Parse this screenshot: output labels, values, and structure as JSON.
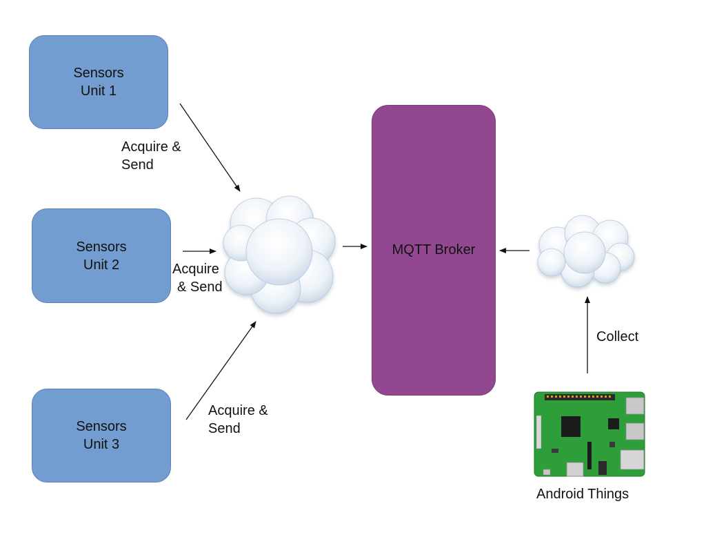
{
  "sensors": [
    {
      "line1": "Sensors",
      "line2": "Unit 1"
    },
    {
      "line1": "Sensors",
      "line2": "Unit 2"
    },
    {
      "line1": "Sensors",
      "line2": "Unit 3"
    }
  ],
  "edges": {
    "unit1": {
      "line1": "Acquire &",
      "line2": "Send"
    },
    "unit2": {
      "line1": "Acquire",
      "line2": "& Send"
    },
    "unit3": {
      "line1": "Acquire &",
      "line2": "Send"
    },
    "collect": "Collect"
  },
  "broker": {
    "label": "MQTT Broker"
  },
  "device": {
    "label": "Android Things"
  },
  "colors": {
    "sensor_fill": "#739cd0",
    "broker_fill": "#924890",
    "cloud_fill": "#eef3f9",
    "board_green": "#2e9e3a"
  },
  "icons": [
    "cloud-icon",
    "cloud-icon",
    "raspberry-pi-board-icon"
  ]
}
